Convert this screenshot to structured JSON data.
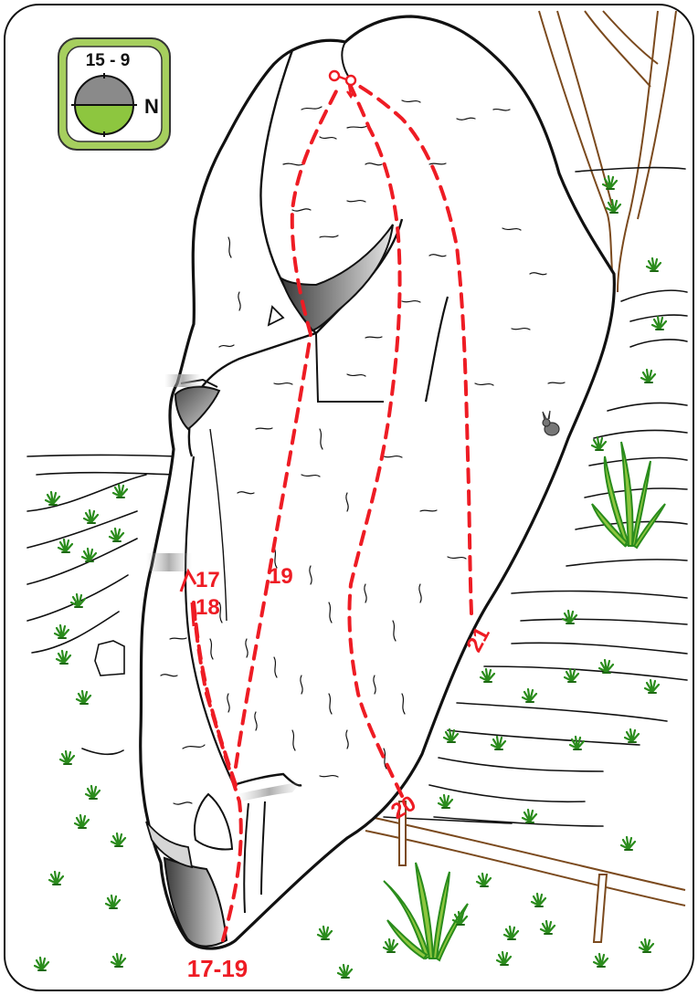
{
  "badge": {
    "sector": "15 - 9",
    "north": "N"
  },
  "routes": [
    {
      "id": "r17",
      "label": "17"
    },
    {
      "id": "r18",
      "label": "18"
    },
    {
      "id": "r19",
      "label": "19"
    },
    {
      "id": "r20",
      "label": "20"
    },
    {
      "id": "r21",
      "label": "21"
    }
  ],
  "start_label": "17-19",
  "colors": {
    "route": "#ee1c24",
    "badge_fill": "#a6cf5e",
    "badge_half": "#8dc63f",
    "rock_shade": "#5a5a5a",
    "vegetation": "#2a8c1c",
    "outline": "#111111"
  },
  "icons": [
    "compass-icon",
    "anchor-icon",
    "grass-tuft-icon",
    "rabbit-icon",
    "fence-icon",
    "tree-icon"
  ]
}
